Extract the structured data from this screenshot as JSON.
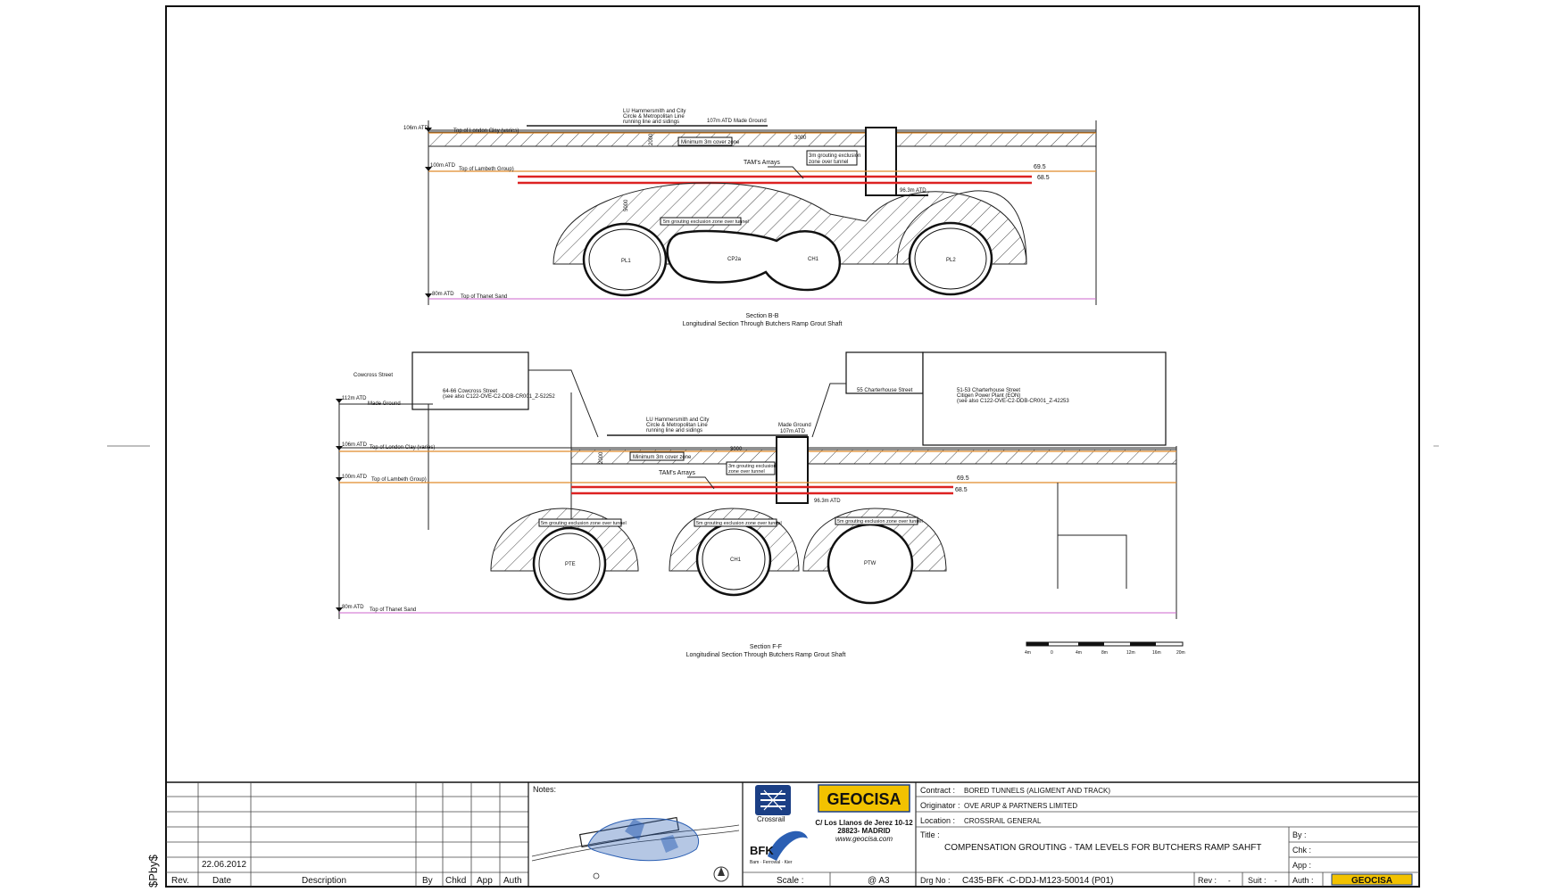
{
  "signature": "$Pby$",
  "sectionBB": {
    "title": "Section B-B",
    "subtitle": "Longitudinal Section Through Butchers Ramp Grout Shaft",
    "levels": {
      "l106": "106m ATD",
      "l100": "100m ATD",
      "l80": "80m ATD",
      "l107": "107m ATD",
      "l963": "96.3m ATD"
    },
    "strata": {
      "clay": "Top of London Clay (varies)",
      "lambeth": "Top of Lambeth Group)",
      "thanet": "Top of Thanet Sand",
      "made": "Made Ground"
    },
    "lu1": "LU Hammersmith and City",
    "lu2": "Circle & Metropolitan Line",
    "lu3": "running line and sidings",
    "cover": "Minimum 3m cover zone",
    "dim2000": "2000",
    "dim3000": "3000",
    "dim5000": "5000",
    "exclusion1": "3m grouting exclusion",
    "exclusion2": "zone over tunnel",
    "tams": "TAM's Arrays",
    "tunnelExcl": "5m grouting exclusion zone over tunnel",
    "lvl695": "69.5",
    "lvl685": "68.5",
    "tunnels": [
      "PL1",
      "CP2a",
      "CH1",
      "PL2"
    ]
  },
  "sectionFF": {
    "title": "Section F-F",
    "subtitle": "Longitudinal Section Through Butchers Ramp Grout Shaft",
    "street": "Cowcross Street",
    "bld1a": "64-66 Cowcross Street",
    "bld1b": "(see also C122-OVE-C2-DDB-CR001_Z-52252",
    "bld2": "55 Charterhouse Street",
    "bld3a": "51-53 Charterhouse Street",
    "bld3b": "Citigen Power Plant (EON)",
    "bld3c": "(see also C122-OVE-C2-DDB-CR001_Z-42253",
    "levels": {
      "l112": "112m ATD",
      "l106": "106m ATD",
      "l100": "100m ATD",
      "l80": "80m ATD",
      "l107": "107m ATD",
      "l963": "96.3m ATD"
    },
    "strata": {
      "made": "Made Ground",
      "clay": "Top of London Clay (varies)",
      "lambeth": "Top of Lambeth Group)",
      "thanet": "Top of Thanet Sand"
    },
    "lu1": "LU Hammersmith and City",
    "lu2": "Circle & Metropolitan Line",
    "lu3": "running line and sidings",
    "made2": "Made Ground",
    "cover": "Minimum 3m cover zone",
    "dim2000": "2000",
    "dim3000": "3000",
    "exclusion1": "3m grouting exclusion",
    "exclusion2": "zone over tunnel",
    "tams": "TAM's Arrays",
    "tunnelExcl": "5m grouting exclusion zone over tunnel",
    "lvl695": "69.5",
    "lvl685": "68.5",
    "tunnels": [
      "PTE",
      "CH1",
      "PTW"
    ]
  },
  "scalebar": {
    "ticks": [
      "4m",
      "0",
      "4m",
      "8m",
      "12m",
      "16m",
      "20m"
    ]
  },
  "titleblock": {
    "revDate": "22.06.2012",
    "headers": {
      "rev": "Rev.",
      "date": "Date",
      "desc": "Description",
      "by": "By",
      "chkd": "Chkd",
      "app": "App",
      "auth": "Auth"
    },
    "notes": "Notes:",
    "crossrail": "Crossrail",
    "bfk": "BFK",
    "bfkSub": "Bam · Ferrovial · Kier",
    "geocisa": "GEOCISA",
    "addr1": "C/ Los Llanos de Jerez 10-12",
    "addr2": "28823- MADRID",
    "addr3": "www.geocisa.com",
    "contractLabel": "Contract :",
    "contract": "BORED TUNNELS (ALIGMENT AND TRACK)",
    "originatorLabel": "Originator :",
    "originator": "OVE ARUP & PARTNERS LIMITED",
    "locationLabel": "Location :",
    "location": "CROSSRAIL GENERAL",
    "titleLabel": "Title :",
    "title": "COMPENSATION GROUTING - TAM LEVELS FOR BUTCHERS RAMP SAHFT",
    "byLabel": "By :",
    "chkLabel": "Chk :",
    "appLabel": "App :",
    "authLabel": "Auth :",
    "scaleLabel": "Scale :",
    "scale": "@ A3",
    "drgLabel": "Drg No :",
    "drg": "C435-BFK -C-DDJ-M123-50014 (P01)",
    "revLabel": "Rev :",
    "revVal": "-",
    "suitLabel": "Suit :",
    "suitVal": "-"
  },
  "colors": {
    "red": "#d22222",
    "orange": "#e08a2a",
    "blue": "#2b5fb3",
    "gold": "#f2c200"
  }
}
